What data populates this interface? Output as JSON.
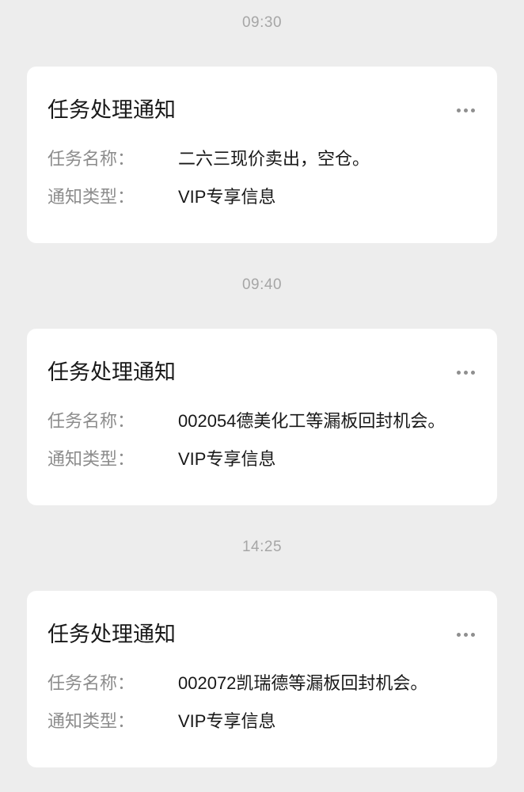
{
  "page": {
    "background_color": "#ededed",
    "card_color": "#ffffff",
    "title_color": "#181818",
    "label_color": "#8c8c8c",
    "timestamp_color": "#a6a6a6"
  },
  "labels": {
    "task_name": "任务名称：",
    "notify_type": "通知类型："
  },
  "icons": {
    "more_options": "ellipsis-icon"
  },
  "messages": [
    {
      "time": "09:30",
      "title": "任务处理通知",
      "task_name": "二六三现价卖出，空仓。",
      "notify_type": "VIP专享信息"
    },
    {
      "time": "09:40",
      "title": "任务处理通知",
      "task_name": "002054德美化工等漏板回封机会。",
      "notify_type": "VIP专享信息"
    },
    {
      "time": "14:25",
      "title": "任务处理通知",
      "task_name": "002072凯瑞德等漏板回封机会。",
      "notify_type": "VIP专享信息"
    }
  ]
}
